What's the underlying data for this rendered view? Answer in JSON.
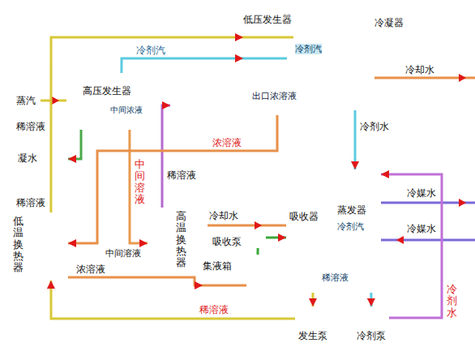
{
  "diagram": {
    "nodes": [
      {
        "text": [
          "低压发生器",
          "冷凝器",
          "冷剂汽"
        ]
      },
      {
        "text": [
          "出口浓溶液"
        ]
      },
      {
        "text": [
          "高压发生器",
          "中间浓液"
        ]
      },
      {
        "text": [
          "凝水"
        ]
      },
      {
        "text": [
          "稀溶液"
        ]
      },
      {
        "text": [
          "吸收器"
        ],
        "in": 4
      },
      {
        "text": [
          "蒸发器",
          "冷剂汽"
        ],
        "in": 4
      },
      {
        "text": [
          "低温换热器"
        ]
      },
      {
        "text": [
          "高温换热器"
        ]
      },
      {
        "text": [
          "吸收泵"
        ]
      },
      {
        "text": [
          "集液箱"
        ]
      },
      {
        "text": [
          "发生泵"
        ]
      },
      {
        "text": [
          "冷剂泵"
        ]
      }
    ],
    "edges": [
      {
        "from": 11,
        "to": 7,
        "arrow": "to",
        "label": "稀溶液"
      },
      {
        "from": 7,
        "to": 0,
        "arrow": "to",
        "label": "稀溶液"
      },
      {
        "from": 8,
        "to": 2,
        "arrow": "to",
        "label": "稀溶液"
      },
      {
        "from": 2,
        "to": 8,
        "arrow": "to",
        "label": "中间溶液"
      },
      {
        "from": 1,
        "to": 7,
        "arrow": "to",
        "label": "浓溶液"
      },
      {
        "from": 7,
        "to": 10,
        "arrow": "to",
        "label": "浓溶液"
      },
      {
        "from": 10,
        "to": 9,
        "arrow": "none"
      },
      {
        "from": 9,
        "to": 5,
        "arrow": "to"
      },
      {
        "from": 4,
        "to": 11,
        "arrow": "to"
      },
      {
        "from": 4,
        "to": 12,
        "arrow": "to"
      },
      {
        "from": 12,
        "to": 6,
        "arrow": "to",
        "label": "冷剂水"
      },
      {
        "from": 0,
        "to": 6,
        "arrow": "to",
        "label": "冷剂水"
      },
      {
        "from": 2,
        "to": 0,
        "arrow": "to",
        "label": "冷剂汽"
      },
      {
        "from": 2,
        "to": 3,
        "arrow": "to"
      }
    ],
    "labels": [
      "冷却水",
      "蒸汽",
      "稀溶液",
      "冷媒水",
      "冷却水",
      "冷媒水",
      "中间溶液"
    ]
  }
}
